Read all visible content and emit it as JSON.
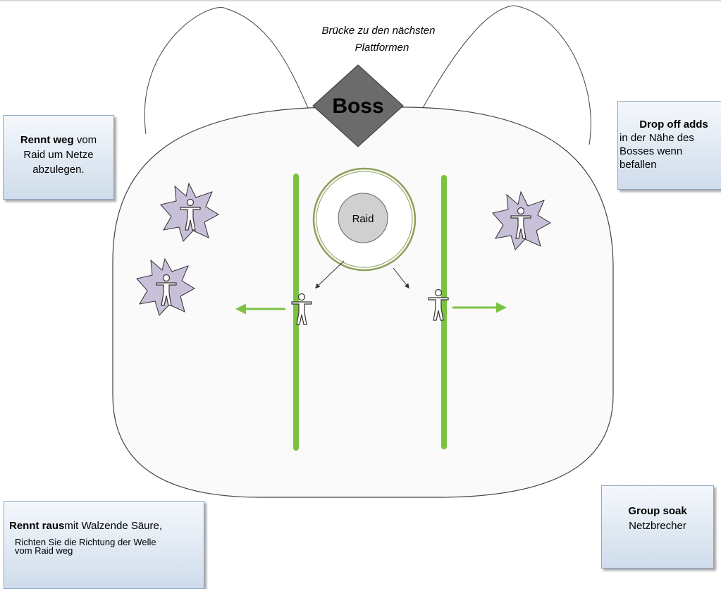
{
  "header_text": {
    "line1": "Brücke zu den nächsten",
    "line2": "Plattformen"
  },
  "boss_label": "Boss",
  "raid_label": "Raid",
  "note_left_top": {
    "bold": "Rennt weg",
    "rest1": " vom",
    "line2": "Raid um Netze",
    "line3": "abzulegen."
  },
  "note_right_top": {
    "bold": "Drop off adds",
    "line2": "in der Nähe des",
    "line3": "Bosses wenn",
    "line4": "befallen"
  },
  "note_left_bottom": {
    "bold": "Rennt raus",
    "rest": "mit Walzende Säure,",
    "small1": "Richten Sie die Richtung der Welle",
    "small2": "vom Raid weg"
  },
  "note_right_bottom": {
    "bold": "Group soak",
    "line2": "Netzbrecher"
  },
  "colors": {
    "green": "#7cc242",
    "boss": "#6b6b6b",
    "star": "#c8bfd9",
    "raid_circle": "#d0d0d0",
    "ring": "#8ea05a",
    "note_border": "#8ea6c2"
  }
}
